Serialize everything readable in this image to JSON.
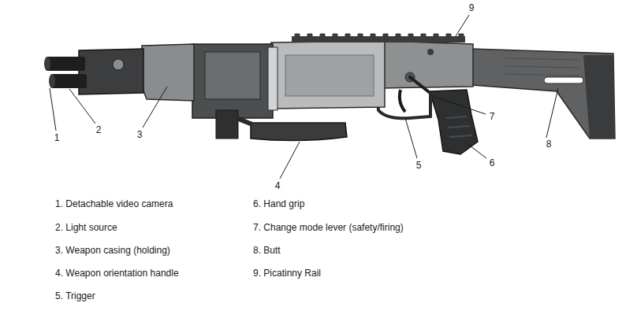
{
  "diagram": {
    "labels": [
      "9",
      "1",
      "2",
      "3",
      "4",
      "5",
      "6",
      "7",
      "8",
      "1. Detachable video camera",
      "2. Light source",
      "3. Weapon casing (holding)",
      "4. Weapon orientation handle",
      "5. Trigger",
      "6. Hand grip",
      "7. Change mode lever (safety/firing)",
      "8. Butt",
      "9. Picatinny Rail"
    ]
  }
}
